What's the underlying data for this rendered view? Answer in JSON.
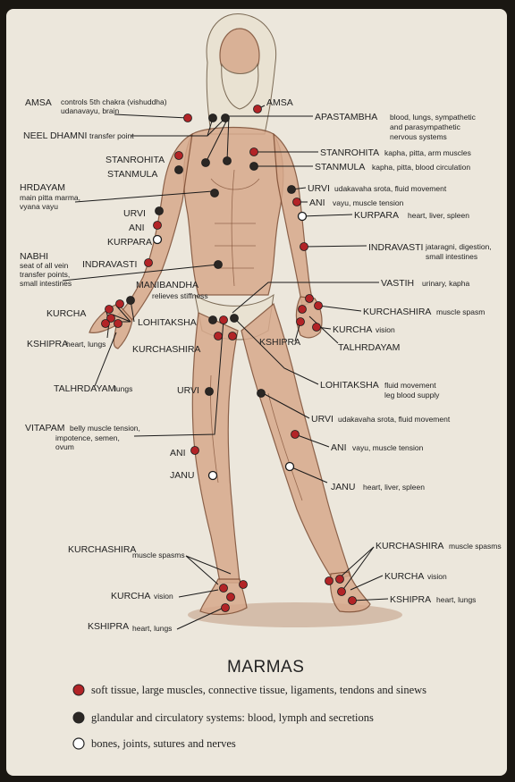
{
  "title": "MARMAS",
  "colors": {
    "soft": "#b22427",
    "gland": "#2b2724",
    "bone": "#ffffff",
    "paper": "#ece7dc",
    "body": "#d7a98c"
  },
  "legend": [
    {
      "type": "soft",
      "text": "soft tissue, large muscles, connective tissue, ligaments, tendons and sinews"
    },
    {
      "type": "gland",
      "text": "glandular and circulatory systems: blood, lymph and secretions"
    },
    {
      "type": "bone",
      "text": "bones, joints, sutures and nerves"
    }
  ],
  "labels": {
    "amsa_l": "AMSA",
    "amsa_l_d1": "controls 5th chakra (vishuddha)",
    "amsa_l_d2": "udanavayu, brain",
    "neel": "NEEL DHAMNI",
    "neel_d": "transfer point",
    "hrdayam": "HRDAYAM",
    "hrdayam_d1": "main pitta marma,",
    "hrdayam_d2": "vyana vayu",
    "stanrohita_l": "STANROHITA",
    "stanmula_l": "STANMULA",
    "urvi_arm_l": "URVI",
    "ani_arm_l": "ANI",
    "kurpara_l": "KURPARA",
    "nabhi": "NABHI",
    "nabhi_d1": "seat of all vein",
    "nabhi_d2": "transfer points,",
    "nabhi_d3": "small intestines",
    "indravasti_l": "INDRAVASTI",
    "manibandha": "MANIBANDHA",
    "manibandha_d": "relieves stiffness",
    "kurcha_hand_l": "KURCHA",
    "kshipra_hand_l": "KSHIPRA",
    "kshipra_hand_l_d": "heart, lungs",
    "lohitaksha_l": "LOHITAKSHA",
    "kurchashira_hand_l": "KURCHASHIRA",
    "talhrdayam_l": "TALHRDAYAM",
    "talhrdayam_l_d": "lungs",
    "urvi_leg_l": "URVI",
    "vitapam": "VITAPAM",
    "vitapam_d1": "belly muscle tension,",
    "vitapam_d2": "impotence, semen,",
    "vitapam_d3": "ovum",
    "ani_leg_l": "ANI",
    "janu_l": "JANU",
    "amsa_r": "AMSA",
    "apastambha": "APASTAMBHA",
    "apastambha_d1": "blood, lungs, sympathetic",
    "apastambha_d2": "and parasympathetic",
    "apastambha_d3": "nervous systems",
    "stanrohita_r": "STANROHITA",
    "stanrohita_r_d": "kapha, pitta, arm muscles",
    "stanmula_r": "STANMULA",
    "stanmula_r_d": "kapha, pitta, blood circulation",
    "urvi_arm_r": "URVI",
    "urvi_arm_r_d": "udakavaha srota, fluid movement",
    "ani_arm_r": "ANI",
    "ani_arm_r_d": "vayu, muscle tension",
    "kurpara_r": "KURPARA",
    "kurpara_r_d": "heart, liver, spleen",
    "indravasti_r": "INDRAVASTI",
    "indravasti_r_d1": "jataragni, digestion,",
    "indravasti_r_d2": "small intestines",
    "vastih": "VASTIH",
    "vastih_d": "urinary, kapha",
    "kurchashira_hand_r": "KURCHASHIRA",
    "kurchashira_hand_r_d": "muscle spasm",
    "kurcha_hand_r": "KURCHA",
    "kurcha_hand_r_d": "vision",
    "kshipra_hand_r": "KSHIPRA",
    "talhrdayam_r": "TALHRDAYAM",
    "lohitaksha_r": "LOHITAKSHA",
    "lohitaksha_r_d1": "fluid movement",
    "lohitaksha_r_d2": "leg blood supply",
    "urvi_leg_r": "URVI",
    "urvi_leg_r_d": "udakavaha srota, fluid movement",
    "ani_leg_r": "ANI",
    "ani_leg_r_d": "vayu, muscle tension",
    "janu_r": "JANU",
    "janu_r_d": "heart, liver, spleen",
    "kurchashira_foot_l": "KURCHASHIRA",
    "kurchashira_foot_l_d": "muscle spasms",
    "kurcha_foot_l": "KURCHA",
    "kurcha_foot_l_d": "vision",
    "kshipra_foot_l": "KSHIPRA",
    "kshipra_foot_l_d": "heart, lungs",
    "kurchashira_foot_r": "KURCHASHIRA",
    "kurchashira_foot_r_d": "muscle spasms",
    "kurcha_foot_r": "KURCHA",
    "kurcha_foot_r_d": "vision",
    "kshipra_foot_r": "KSHIPRA",
    "kshipra_foot_r_d": "heart, lungs"
  }
}
